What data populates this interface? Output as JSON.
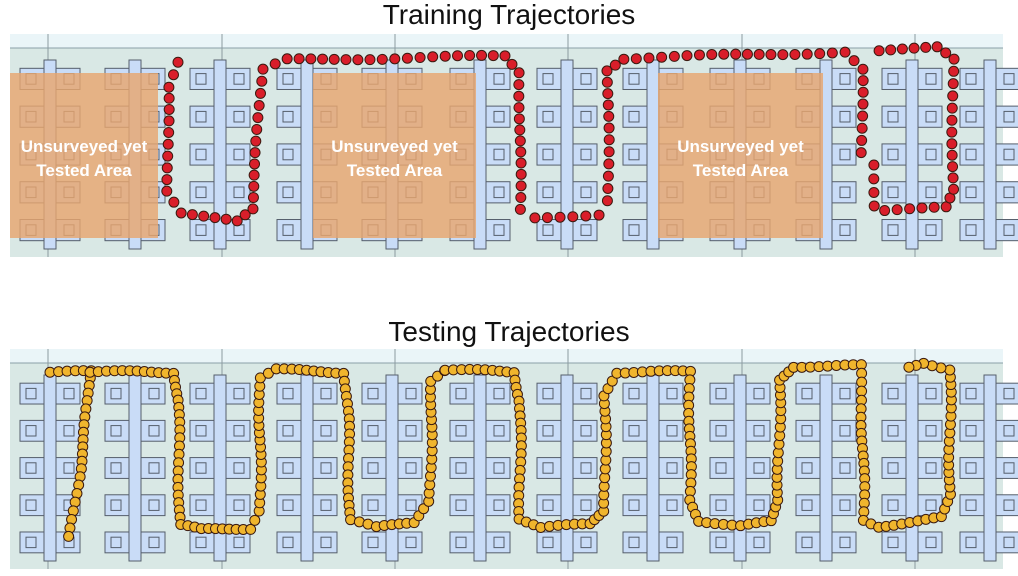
{
  "panels": {
    "training": {
      "title": "Training Trajectories",
      "zone_label_line1": "Unsurveyed yet",
      "zone_label_line2": "Tested Area"
    },
    "testing": {
      "title": "Testing Trajectories"
    }
  },
  "colors": {
    "floor": "#d9e8e5",
    "corridor_band": "#eaf5f8",
    "desk": "#c9dcf7",
    "desk_outline": "#555e6b",
    "zone": "#e8a66f",
    "training_point": "#d91e2a",
    "testing_point": "#f0b52d",
    "point_outline": "#3a1a10"
  },
  "chart_data": {
    "type": "scatter",
    "training_trajectory_count": 4,
    "testing_trajectory_count": 6
  }
}
